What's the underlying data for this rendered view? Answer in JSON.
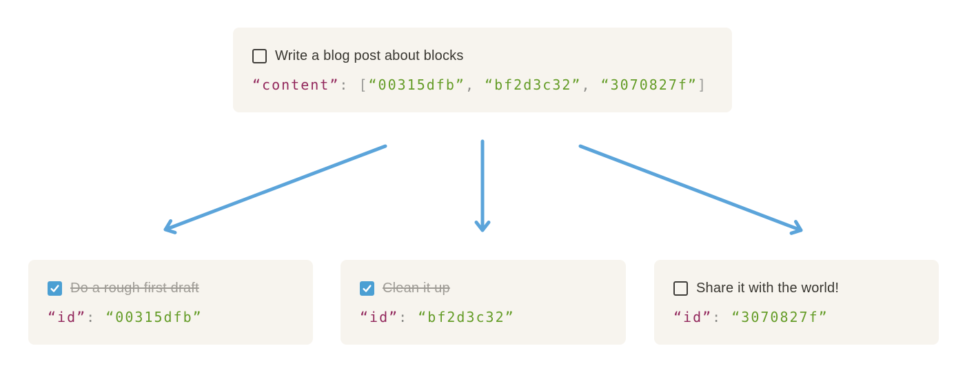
{
  "page": {
    "background": "#ffffff"
  },
  "colors": {
    "card_background": "#f7f4ee",
    "todo_text": "#37352f",
    "todo_done_text": "#9e9b95",
    "code_key": "#92275c",
    "code_string": "#649c27",
    "code_punctuation": "#8b8b88",
    "checkbox_border": "#3e3c38",
    "checkbox_checked_fill": "#4b9fd3",
    "check_mark": "#ffffff",
    "arrow": "#5ba4da"
  },
  "parent_block": {
    "todo_label": "Write a blog post about blocks",
    "checked": false,
    "code": {
      "key": "“content”",
      "colon": ": ",
      "open_bracket": "[",
      "values": [
        "“00315dfb”",
        "“bf2d3c32”",
        "“3070827f”"
      ],
      "comma": ", ",
      "close_bracket": "]"
    }
  },
  "child_blocks": [
    {
      "todo_label": "Do a rough first draft",
      "checked": true,
      "code": {
        "key": "“id”",
        "colon": ": ",
        "value": "“00315dfb”"
      }
    },
    {
      "todo_label": "Clean it up",
      "checked": true,
      "code": {
        "key": "“id”",
        "colon": ": ",
        "value": "“bf2d3c32”"
      }
    },
    {
      "todo_label": "Share it with the world!",
      "checked": false,
      "code": {
        "key": "“id”",
        "colon": ": ",
        "value": "“3070827f”"
      }
    }
  ]
}
